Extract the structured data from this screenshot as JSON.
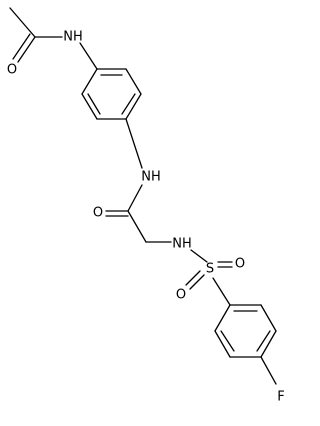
{
  "molecule": {
    "atoms": {
      "nh_amide_top": "NH",
      "o_acetyl": "O",
      "nh_amide_mid": "NH",
      "o_carbonyl": "O",
      "nh_sulfonamide": "NH",
      "s_sulfonyl": "S",
      "o_sulfonyl_left": "O",
      "o_sulfonyl_right": "O",
      "f_fluoro": "F"
    }
  },
  "colors": {
    "bond": "#000000",
    "label": "#000000",
    "background": "#ffffff"
  }
}
